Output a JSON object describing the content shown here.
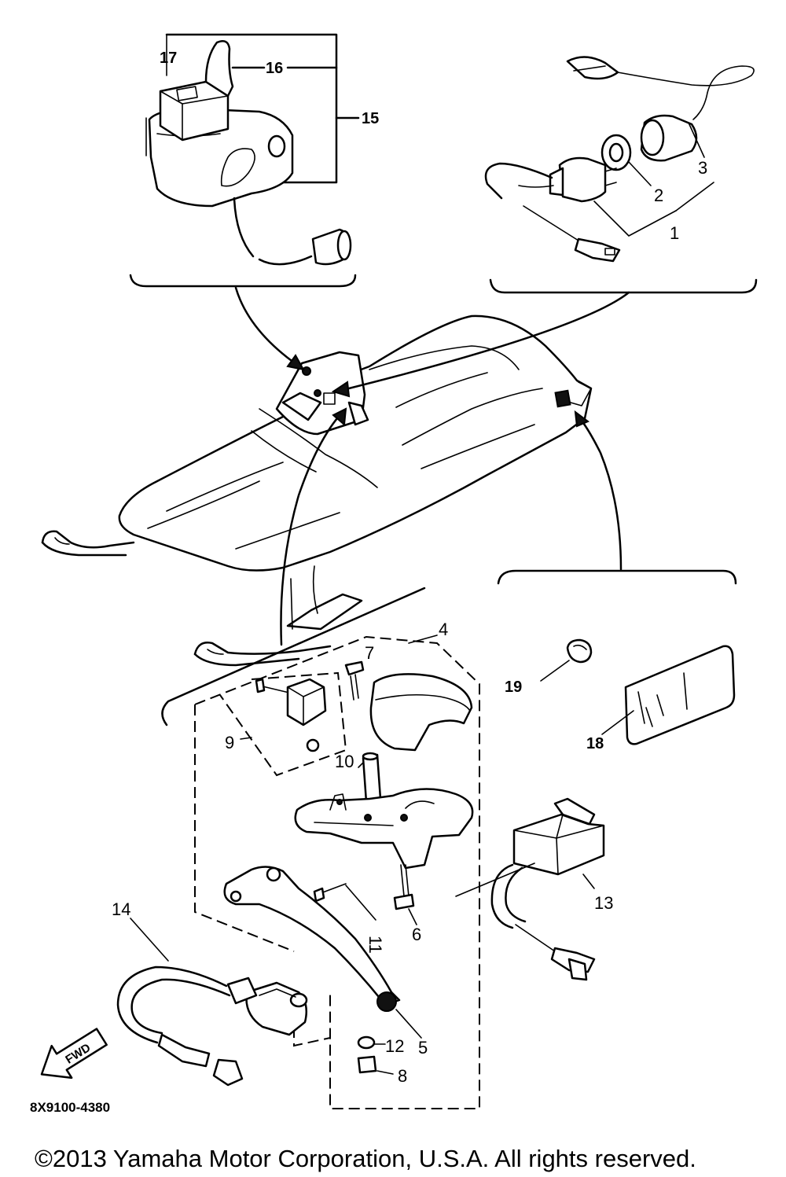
{
  "callouts": {
    "c1": "1",
    "c2": "2",
    "c3": "3",
    "c4": "4",
    "c5": "5",
    "c6": "6",
    "c7": "7",
    "c8": "8",
    "c9": "9",
    "c10": "10",
    "c11": "11",
    "c12": "12",
    "c13": "13",
    "c14": "14",
    "c15": "15",
    "c16": "16",
    "c17": "17",
    "c18": "18",
    "c19": "19"
  },
  "fwd_label": "FWD",
  "diagram_code": "8X9100-4380",
  "copyright": "©2013 Yamaha Motor Corporation, U.S.A. All rights reserved."
}
